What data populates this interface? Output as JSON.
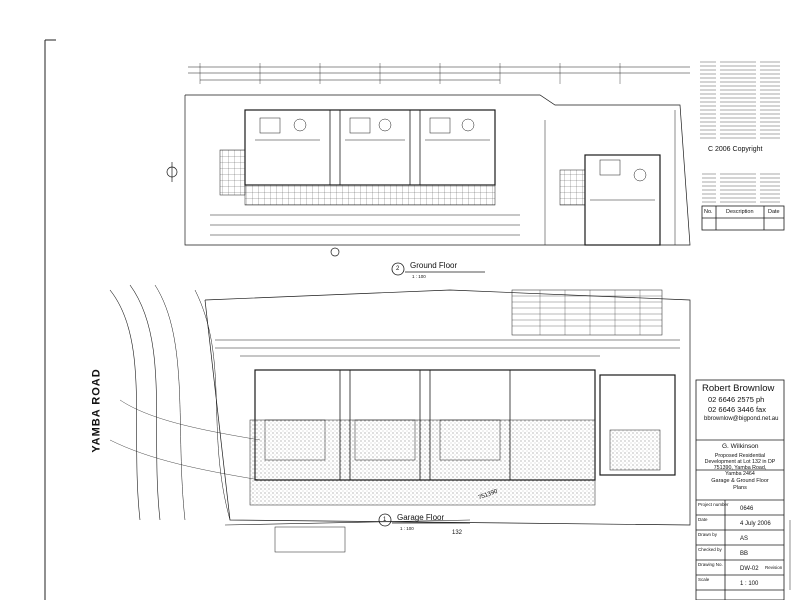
{
  "sheet": {
    "copyright": "C  2006 Copyright",
    "ground_floor": {
      "number": "2",
      "title": "Ground Floor",
      "scale": "1 : 100"
    },
    "garage_floor": {
      "number": "1",
      "title": "Garage Floor",
      "scale": "1 : 100"
    },
    "road_name": "YAMBA  ROAD",
    "lot_label": "132",
    "dp_label": "751390",
    "revision_table": {
      "no": "No.",
      "description": "Description",
      "date": "Date"
    },
    "designer_block": {
      "name": "Robert Brownlow",
      "phone": "02 6646 2575 ph",
      "fax": "02 6646 3446 fax",
      "email": "bbrownlow@bigpond.net.au"
    },
    "client": "G. Wilkinson",
    "project_lines": [
      "Proposed Residential",
      "Development at Lot 132 in DP",
      "751390, Yamba Road,",
      "Yamba 2464"
    ],
    "drawing_title_lines": [
      "Garage & Ground Floor",
      "Plans"
    ],
    "tb_rows": [
      {
        "label": "Project number",
        "value": "0646"
      },
      {
        "label": "Date",
        "value": "4 July 2006"
      },
      {
        "label": "Drawn by",
        "value": "AS"
      },
      {
        "label": "Checked by",
        "value": "BB"
      },
      {
        "label": "Drawing No.",
        "value": "DW-02",
        "extra": "Revision"
      },
      {
        "label": "Scale",
        "value": "1 : 100"
      }
    ]
  },
  "colors": {
    "ink": "#1a1a1a",
    "paper": "#ffffff",
    "hatch": "#555555"
  }
}
